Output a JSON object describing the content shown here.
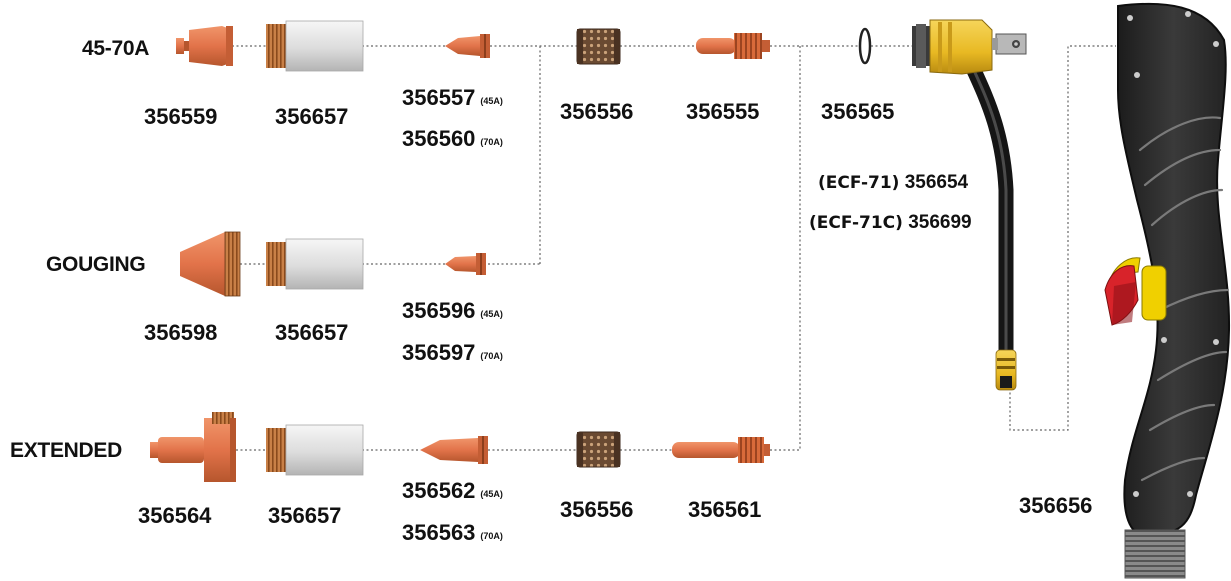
{
  "rows": {
    "row1": "45-70A",
    "row2": "GOUGING",
    "row3": "EXTENDED"
  },
  "parts": {
    "r1_shield": "356559",
    "r1_retaining_cap": "356657",
    "r1_nozzle_45": "356557",
    "r1_nozzle_70": "356560",
    "r1_swirl_ring": "356556",
    "r1_electrode": "356555",
    "o_ring": "356565",
    "r2_shield": "356598",
    "r2_retaining_cap": "356657",
    "r2_nozzle_45": "356596",
    "r2_nozzle_70": "356597",
    "r3_shield": "356564",
    "r3_retaining_cap": "356657",
    "r3_nozzle_45": "356562",
    "r3_nozzle_70": "356563",
    "r3_swirl_ring": "356556",
    "r3_electrode": "356561",
    "torch_body_ecf71_code": "(ECF-71)",
    "torch_body_ecf71": "356654",
    "torch_body_ecf71c_code": "(ECF-71C)",
    "torch_body_ecf71c": "356699",
    "handle": "356656"
  },
  "amperage": {
    "a45": "(45A)",
    "a70": "(70A)"
  },
  "colors": {
    "copper": "#e2734a",
    "copper_dark": "#b6562d",
    "thread": "#c06a30",
    "insulator": "#d8d8d8",
    "torch_yellow": "#e8b923",
    "handle_dark": "#2b2b2b",
    "trigger_red": "#d8232a",
    "trigger_yellow": "#f0d000",
    "line": "#666666"
  }
}
